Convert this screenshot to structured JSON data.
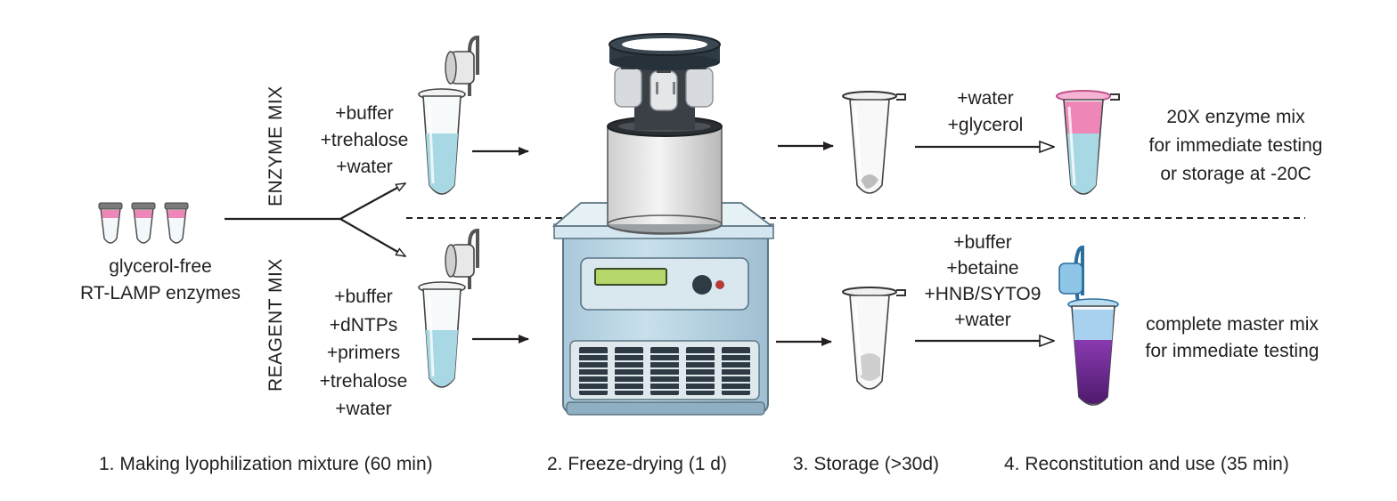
{
  "source": {
    "line1": "glycerol-free",
    "line2": "RT-LAMP enzymes"
  },
  "branches": {
    "enzyme": "ENZYME MIX",
    "reagent": "REAGENT MIX"
  },
  "enzyme_additives": [
    "+buffer",
    "+trehalose",
    "+water"
  ],
  "reagent_additives": [
    "+buffer",
    "+dNTPs",
    "+primers",
    "+trehalose",
    "+water"
  ],
  "enzyme_reconstitution": [
    "+water",
    "+glycerol"
  ],
  "reagent_reconstitution": [
    "+buffer",
    "+betaine",
    "+HNB/SYTO9",
    "+water"
  ],
  "enzyme_result": [
    "20X enzyme mix",
    "for immediate testing",
    "or storage at -20C"
  ],
  "reagent_result": [
    "complete master mix",
    "for immediate testing"
  ],
  "steps": [
    "1. Making lyophilization mixture (60 min)",
    "2. Freeze-drying (1 d)",
    "3. Storage (>30d)",
    "4. Reconstitution and use (35 min)"
  ],
  "colors": {
    "tube_outline": "#444444",
    "liquid_blue": "#7fc6d4",
    "liquid_pink": "#ee86b8",
    "liquid_purple": "#6a2a8c",
    "machine_body": "#b9d6e6",
    "machine_dark": "#2f3b44",
    "display_green": "#b5d66a"
  }
}
